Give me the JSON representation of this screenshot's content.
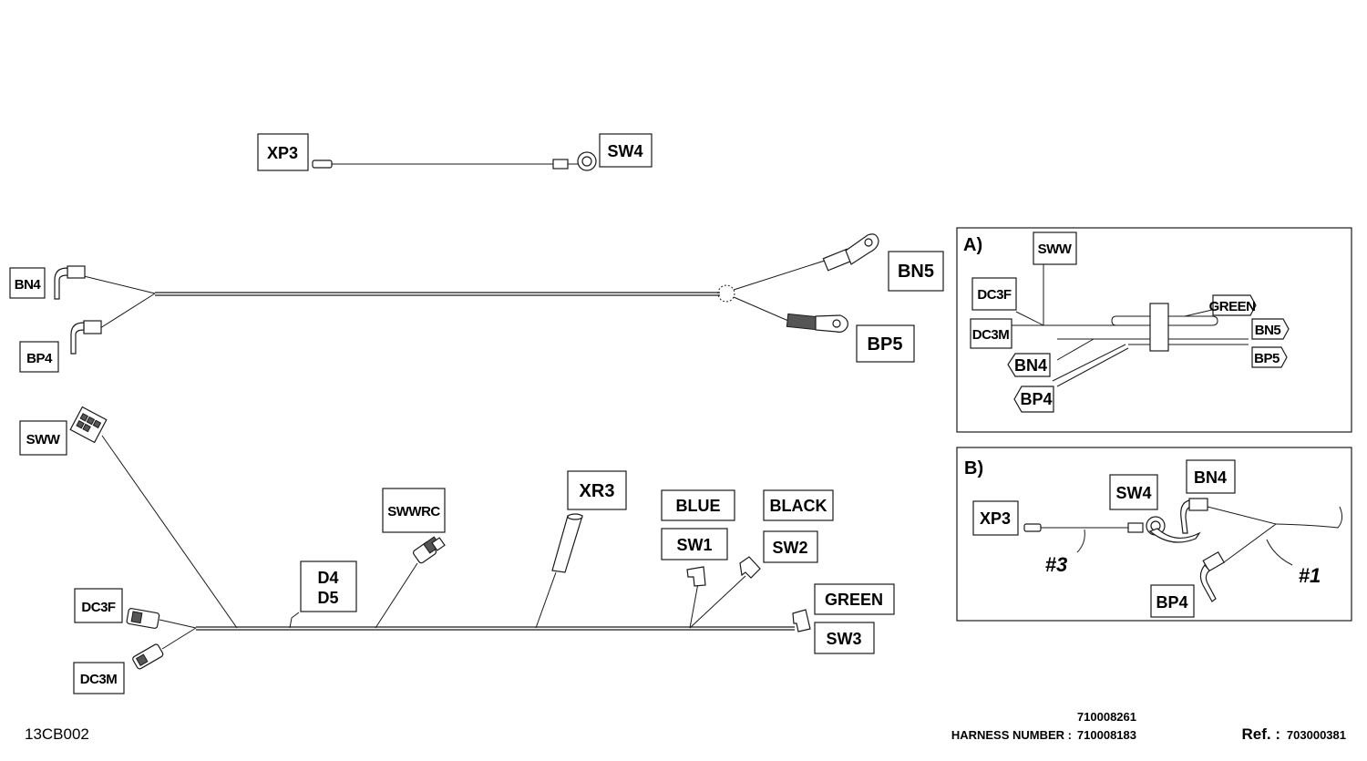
{
  "labels": {
    "xp3": "XP3",
    "sw4": "SW4",
    "bn4": "BN4",
    "bp4": "BP4",
    "bn5": "BN5",
    "bp5": "BP5",
    "sww": "SWW",
    "swwrc": "SWWRC",
    "xr3": "XR3",
    "d4": "D4",
    "d5": "D5",
    "dc3f": "DC3F",
    "dc3m": "DC3M",
    "blue": "BLUE",
    "black": "BLACK",
    "sw1": "SW1",
    "sw2": "SW2",
    "green": "GREEN",
    "sw3": "SW3"
  },
  "detail_a": {
    "title": "A)",
    "sww": "SWW",
    "dc3f": "DC3F",
    "dc3m": "DC3M",
    "green": "GREEN",
    "bn5": "BN5",
    "bp5": "BP5",
    "bn4": "BN4",
    "bp4": "BP4"
  },
  "detail_b": {
    "title": "B)",
    "sw4": "SW4",
    "bn4": "BN4",
    "xp3": "XP3",
    "bp4": "BP4",
    "ref3": "#3",
    "ref1": "#1"
  },
  "footer": {
    "code": "13CB002",
    "harness_number_1": "710008261",
    "harness_label": "HARNESS NUMBER :",
    "harness_number_2": "710008183",
    "ref_label": "Ref. :",
    "ref_value": "703000381"
  }
}
